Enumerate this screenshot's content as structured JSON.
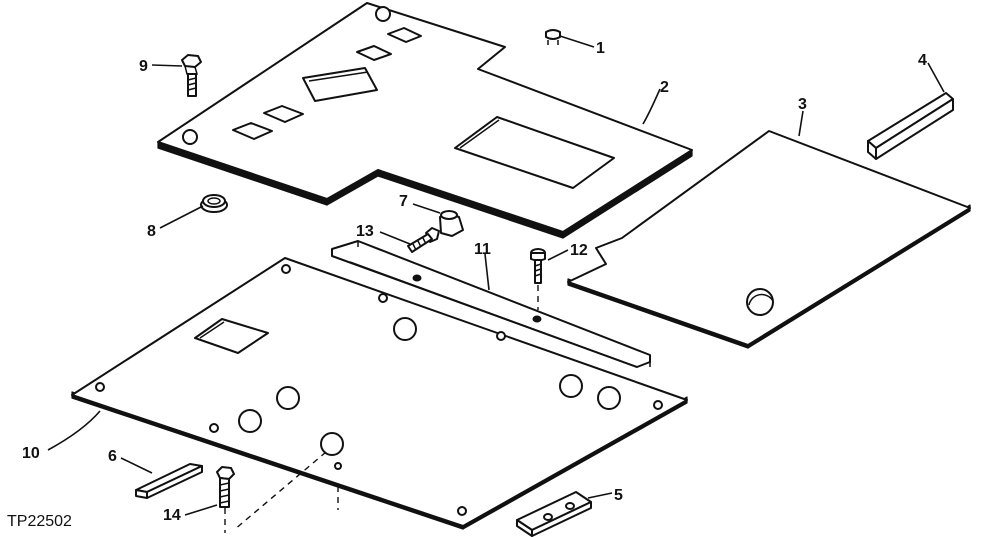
{
  "figure_id": "TP22502",
  "callouts": {
    "c1": "1",
    "c2": "2",
    "c3": "3",
    "c4": "4",
    "c5": "5",
    "c6": "6",
    "c7": "7",
    "c8": "8",
    "c9": "9",
    "c10": "10",
    "c11": "11",
    "c12": "12",
    "c13": "13",
    "c14": "14"
  },
  "colors": {
    "ink": "#111111",
    "paper": "#ffffff"
  }
}
